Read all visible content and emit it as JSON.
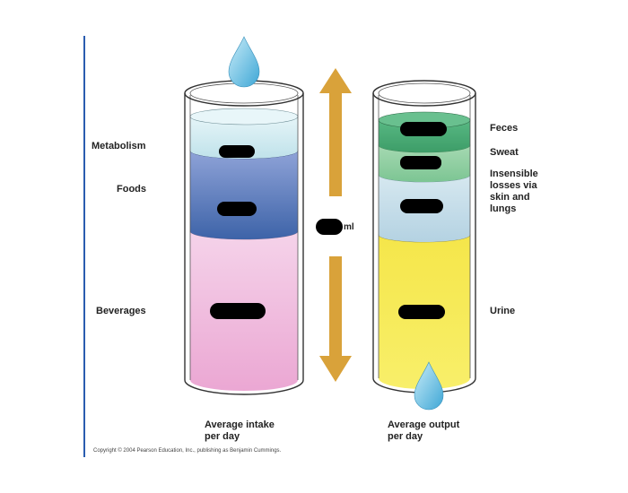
{
  "colors": {
    "metabolism": "#d3ecf2",
    "foods": "#4a70ad",
    "beverages": "#f2c2e0",
    "feces": "#4fb07a",
    "sweat": "#86c99a",
    "insensible": "#c3dbe8",
    "urine": "#f5e84a",
    "arrow": "#d9a23a",
    "drop": "#6fc0e0",
    "redaction": "#000000"
  },
  "intake": {
    "layers": [
      {
        "label": "Metabolism"
      },
      {
        "label": "Foods"
      },
      {
        "label": "Beverages"
      }
    ],
    "caption": "Average intake\nper day"
  },
  "output": {
    "layers": [
      {
        "label": "Feces"
      },
      {
        "label": "Sweat"
      },
      {
        "label": "Insensible\nlosses via\nskin and\nlungs"
      },
      {
        "label": "Urine"
      }
    ],
    "caption": "Average output\nper day"
  },
  "total_unit": "ml",
  "copyright": "Copyright © 2004 Pearson Education, Inc., publishing as Benjamin Cummings."
}
